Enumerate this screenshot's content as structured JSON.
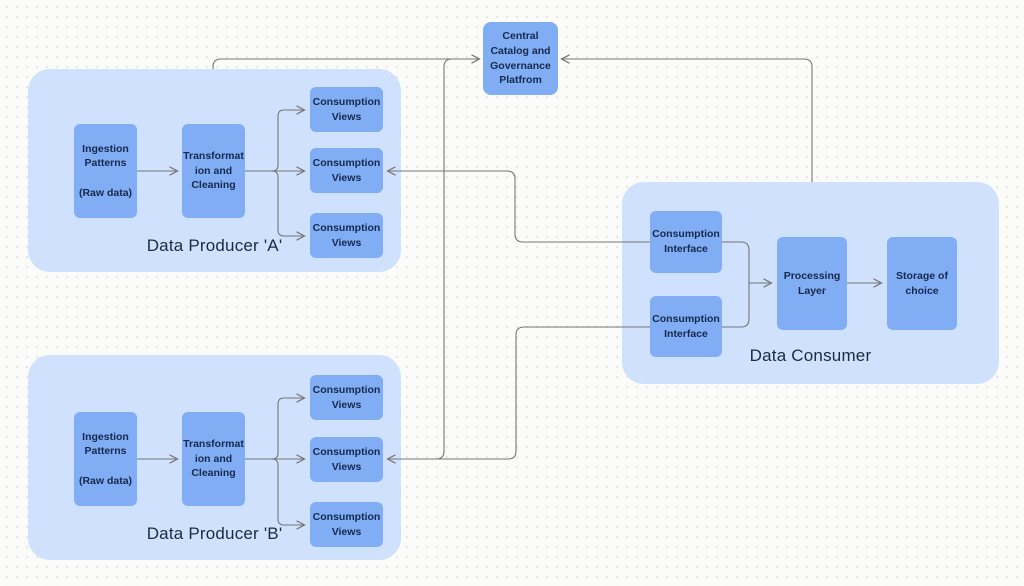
{
  "diagram": {
    "central_catalog": {
      "label": "Central\nCatalog and\nGovernance\nPlatfrom"
    },
    "producer_a": {
      "title": "Data Producer 'A'",
      "ingestion": "Ingestion\nPatterns\n\n(Raw data)",
      "transformation": "Transformat\nion and\nCleaning",
      "views": [
        "Consumption\nViews",
        "Consumption\nViews",
        "Consumption\nViews"
      ]
    },
    "producer_b": {
      "title": "Data Producer 'B'",
      "ingestion": "Ingestion\nPatterns\n\n(Raw data)",
      "transformation": "Transformat\nion and\nCleaning",
      "views": [
        "Consumption\nViews",
        "Consumption\nViews",
        "Consumption\nViews"
      ]
    },
    "consumer": {
      "title": "Data Consumer",
      "interfaces": [
        "Consumption\nInterface",
        "Consumption\nInterface"
      ],
      "processing": "Processing\nLayer",
      "storage": "Storage of\nchoice"
    },
    "colors": {
      "container_fill": "#cfe1fc",
      "node_fill": "#80adf3",
      "node_text": "#16294e",
      "connector": "#767676",
      "background": "#fbfbf9"
    }
  }
}
